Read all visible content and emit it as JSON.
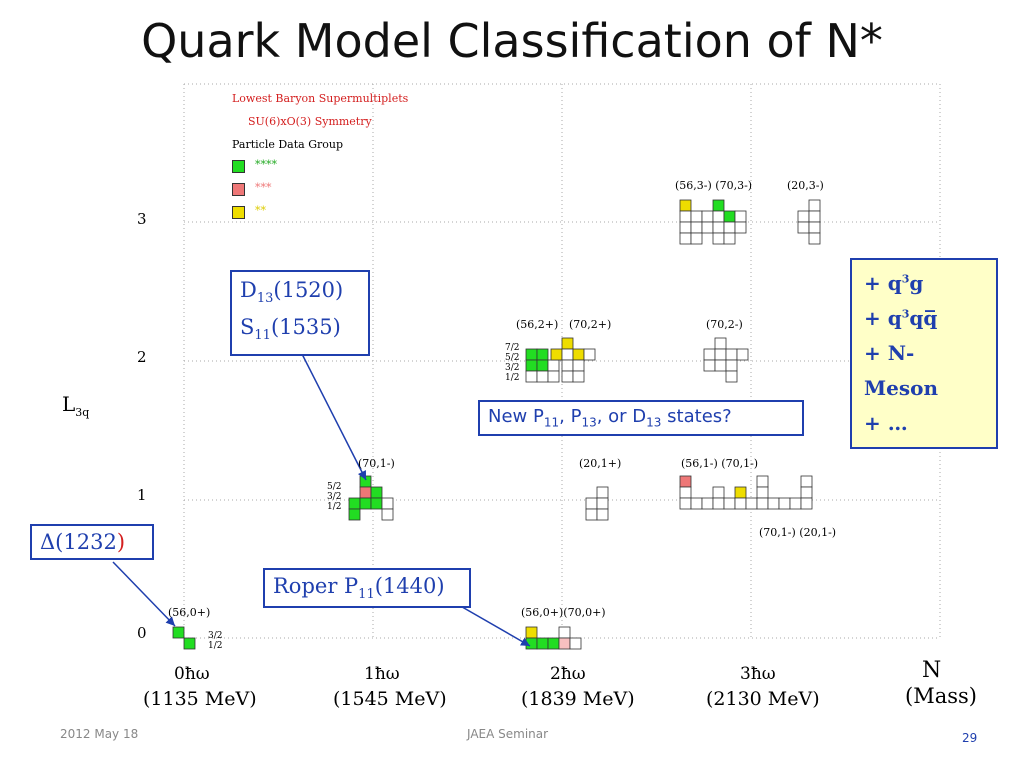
{
  "title": "Quark Model Classification of N*",
  "legend": {
    "line1": "Lowest Baryon Supermultiplets",
    "line2": "SU(6)xO(3) Symmetry",
    "line3": "Particle Data Group",
    "items": [
      {
        "label": "****",
        "color": "#22dd22"
      },
      {
        "label": "***",
        "color": "#ee7777"
      },
      {
        "label": "**",
        "color": "#eedd00"
      }
    ]
  },
  "y_axis": {
    "label": "L",
    "label_sub": "3q",
    "ticks": [
      "0",
      "1",
      "2",
      "3"
    ]
  },
  "x_axis": {
    "ticks": [
      "0ħω",
      "1ħω",
      "2ħω",
      "3ħω"
    ],
    "masses": [
      "(1135 MeV)",
      "(1545 MeV)",
      "(1839 MeV)",
      "(2130 MeV)"
    ],
    "n_label": "N",
    "mass_label": "(Mass)"
  },
  "multiplet_labels": {
    "m560_0": "(56,0+)",
    "m560_2": "(56,0+)(70,0+)",
    "m701_1": "(70,1-)",
    "m201_2": "(20,1+)",
    "m561_3": "(56,1-) (70,1-)",
    "m701_3b": "(70,1-) (20,1-)",
    "m562_2": "(56,2+)",
    "m702_2": "(70,2+)",
    "m702m_3": "(70,2-)",
    "m563_3": "(56,3-) (70,3-)",
    "m203_3": "(20,3-)"
  },
  "spin_labels": {
    "l0": [
      "3/2",
      "1/2"
    ],
    "l1": [
      "5/2",
      "3/2",
      "1/2"
    ],
    "l2": [
      "7/2",
      "5/2",
      "3/2",
      "1/2"
    ]
  },
  "callouts": {
    "d13": {
      "main": "D",
      "sub": "13",
      "rest": "(1520)"
    },
    "s11": {
      "main": "S",
      "sub": "11",
      "rest": "(1535)"
    },
    "delta": {
      "sym": "Δ",
      "num": "(1232",
      "paren": ")"
    },
    "roper": {
      "main": "Roper P",
      "sub": "11",
      "rest": "(1440)"
    },
    "new_states": {
      "a": "New P",
      "a_sub": "11",
      "b": ", P",
      "b_sub": "13",
      "c": ", or D",
      "c_sub": "13",
      "d": " states?"
    }
  },
  "extra_box": [
    {
      "pre": "+ q",
      "sup": "3",
      "post": "g"
    },
    {
      "pre": "+ q",
      "sup": "3",
      "post": "q",
      "bar": "q̅"
    },
    {
      "pre": "+ N-Meson",
      "sup": "",
      "post": ""
    },
    {
      "pre": "+ …",
      "sup": "",
      "post": ""
    }
  ],
  "footer": {
    "date": "2012 May 18",
    "center": "JAEA Seminar",
    "page": "29"
  }
}
